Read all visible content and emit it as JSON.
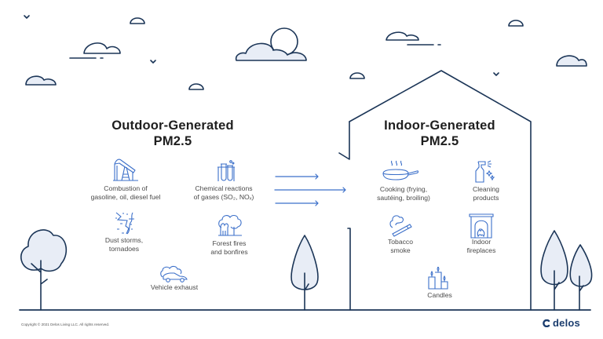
{
  "colors": {
    "line": "#1b3557",
    "icon": "#3b6fc9",
    "fill": "#e8edf6",
    "text": "#1e1e1e",
    "label": "#4a4a4a"
  },
  "outdoor": {
    "title_line1": "Outdoor-Generated",
    "title_line2": "PM2.5",
    "sources": [
      {
        "icon": "oil-pump-icon",
        "label": "Combustion of\ngasoline, oil, diesel fuel"
      },
      {
        "icon": "test-tubes-icon",
        "label": "Chemical reactions\nof gases (SO₂, NOₓ)"
      },
      {
        "icon": "tornado-icon",
        "label": "Dust storms,\ntornadoes"
      },
      {
        "icon": "forest-fire-icon",
        "label": "Forest fires\nand bonfires"
      },
      {
        "icon": "car-exhaust-icon",
        "label": "Vehicle exhaust"
      }
    ]
  },
  "indoor": {
    "title_line1": "Indoor-Generated",
    "title_line2": "PM2.5",
    "sources": [
      {
        "icon": "frying-pan-icon",
        "label": "Cooking (frying,\nsautéing, broiling)"
      },
      {
        "icon": "spray-bottle-icon",
        "label": "Cleaning\nproducts"
      },
      {
        "icon": "cigarette-smoke-icon",
        "label": "Tobacco\nsmoke"
      },
      {
        "icon": "fireplace-icon",
        "label": "Indoor\nfireplaces"
      },
      {
        "icon": "candles-icon",
        "label": "Candles"
      }
    ]
  },
  "arrows": {
    "count": 3,
    "direction": "outdoor-to-indoor"
  },
  "footer": {
    "copyright": "Copyright © 2021 Delos Living LLC. All rights reserved.",
    "brand": "delos"
  }
}
